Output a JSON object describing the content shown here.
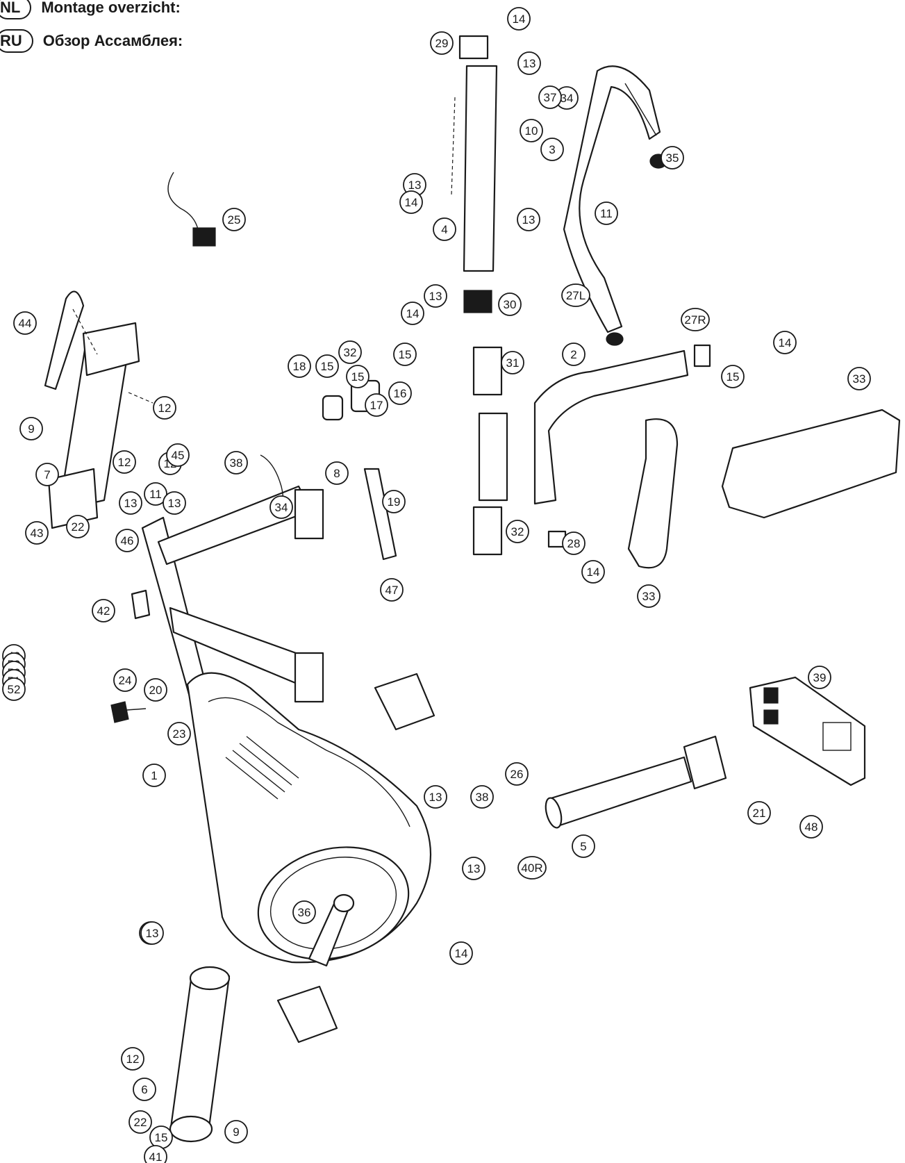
{
  "header": {
    "rows": [
      {
        "code": "NL",
        "text": "Montage overzicht:"
      },
      {
        "code": "RU",
        "text": "Обзор Ассамблея:"
      }
    ]
  },
  "callouts": [
    "1",
    "2",
    "3",
    "4",
    "5",
    "6",
    "7",
    "8",
    "9",
    "9",
    "10",
    "11",
    "11",
    "11",
    "12",
    "12",
    "12",
    "12",
    "13",
    "13",
    "13",
    "13",
    "13",
    "13",
    "13",
    "13",
    "13",
    "14",
    "14",
    "14",
    "14",
    "14",
    "14",
    "15",
    "15",
    "15",
    "15",
    "15",
    "16",
    "17",
    "18",
    "19",
    "20",
    "21",
    "22",
    "22",
    "23",
    "24",
    "25",
    "26",
    "27L",
    "27R",
    "28",
    "29",
    "30",
    "31",
    "32",
    "32",
    "33",
    "33",
    "34",
    "34",
    "35",
    "36",
    "37",
    "38",
    "38",
    "39",
    "40R",
    "41",
    "42",
    "43",
    "44",
    "45",
    "46",
    "47",
    "48",
    "49",
    "50",
    "50",
    "51",
    "52"
  ]
}
